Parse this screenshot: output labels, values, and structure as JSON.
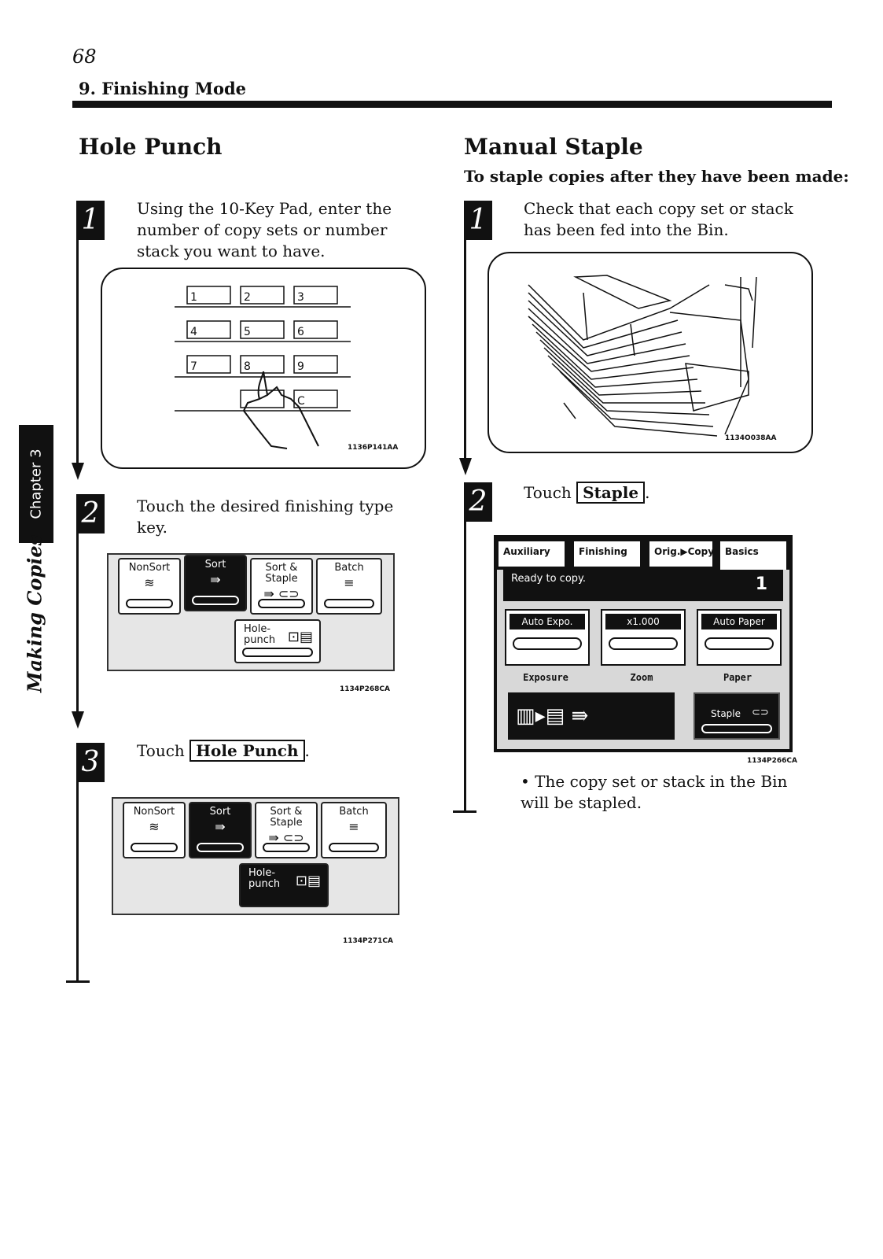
{
  "page": {
    "number": "68",
    "section": "9. Finishing Mode"
  },
  "side": {
    "chapter": "Chapter 3",
    "book": "Making Copies"
  },
  "left": {
    "heading": "Hole Punch",
    "steps": [
      {
        "num": "1",
        "text": "Using the 10-Key Pad, enter the number of copy sets or number stack you want to have.",
        "caption": "1136P141AA"
      },
      {
        "num": "2",
        "text": "Touch the desired finishing type key.",
        "caption": "1134P268CA"
      },
      {
        "num": "3",
        "text_before": "Touch",
        "key": "Hole Punch",
        "text_after": ".",
        "caption": "1134P271CA"
      }
    ],
    "keypad": [
      "1",
      "2",
      "3",
      "4",
      "5",
      "6",
      "7",
      "8",
      "9",
      "C"
    ],
    "finishing_keys": {
      "nonsort": "NonSort",
      "sort": "Sort",
      "sort_staple": "Sort & Staple",
      "batch": "Batch",
      "holepunch": "Hole-punch"
    }
  },
  "right": {
    "heading": "Manual Staple",
    "subheading": "To staple copies after they have been made:",
    "steps": [
      {
        "num": "1",
        "text": "Check that each copy set or stack has been fed into the Bin.",
        "caption": "1134O038AA"
      },
      {
        "num": "2",
        "text_before": "Touch",
        "key": "Staple",
        "text_after": ".",
        "caption": "1134P266CA"
      }
    ],
    "note": "• The copy set or stack in the Bin will be stapled.",
    "panel": {
      "tabs": [
        "Auxiliary",
        "Finishing",
        "Orig.▶Copy",
        "Basics"
      ],
      "status": "Ready to copy.",
      "count": "1",
      "exposure_btn": "Auto Expo.",
      "zoom_btn": "x1.000",
      "paper_btn": "Auto Paper",
      "exposure_label": "Exposure",
      "zoom_label": "Zoom",
      "paper_label": "Paper",
      "staple_btn": "Staple"
    }
  }
}
